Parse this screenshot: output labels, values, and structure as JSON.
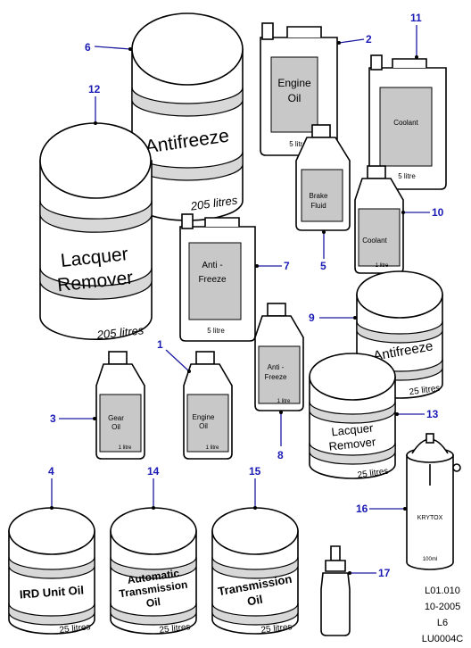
{
  "items": [
    {
      "number": "1",
      "label_lines": [
        "Engine",
        "Oil"
      ],
      "volume": "1 litre"
    },
    {
      "number": "2",
      "label_lines": [
        "Engine",
        "Oil"
      ],
      "volume": "5 litre"
    },
    {
      "number": "3",
      "label_lines": [
        "Gear",
        "Oil"
      ],
      "volume": "1 litre"
    },
    {
      "number": "4",
      "label_lines": [
        "IRD Unit Oil"
      ],
      "volume": "25 litres"
    },
    {
      "number": "5",
      "label_lines": [
        "Brake",
        "Fluid"
      ],
      "volume": ""
    },
    {
      "number": "6",
      "label_lines": [
        "Antifreeze"
      ],
      "volume": "205 litres"
    },
    {
      "number": "7",
      "label_lines": [
        "Anti -",
        "Freeze"
      ],
      "volume": "5 litre"
    },
    {
      "number": "8",
      "label_lines": [
        "Anti -",
        "Freeze"
      ],
      "volume": "1 litre"
    },
    {
      "number": "9",
      "label_lines": [
        "Antifreeze"
      ],
      "volume": "25 litres"
    },
    {
      "number": "10",
      "label_lines": [
        "Coolant"
      ],
      "volume": "1 litre"
    },
    {
      "number": "11",
      "label_lines": [
        "Coolant"
      ],
      "volume": "5 litre"
    },
    {
      "number": "12",
      "label_lines": [
        "Lacquer",
        "Remover"
      ],
      "volume": "205 litres"
    },
    {
      "number": "13",
      "label_lines": [
        "Lacquer",
        "Remover"
      ],
      "volume": "25 litres"
    },
    {
      "number": "14",
      "label_lines": [
        "Automatic",
        "Transmission",
        "Oil"
      ],
      "volume": "25 litres"
    },
    {
      "number": "15",
      "label_lines": [
        "Transmission",
        "Oil"
      ],
      "volume": "25 litres"
    },
    {
      "number": "16",
      "label_lines": [
        "KRYTOX"
      ],
      "volume": "100ml"
    },
    {
      "number": "17",
      "label_lines": [],
      "volume": ""
    }
  ],
  "reference": {
    "line1": "L01.010",
    "line2": "10-2005",
    "line3": "L6",
    "line4": "LU0004C"
  },
  "colors": {
    "callout": "#1a1ab4",
    "outline": "#000000",
    "panel": "#c8c8c8",
    "band": "#d8d8d8"
  }
}
